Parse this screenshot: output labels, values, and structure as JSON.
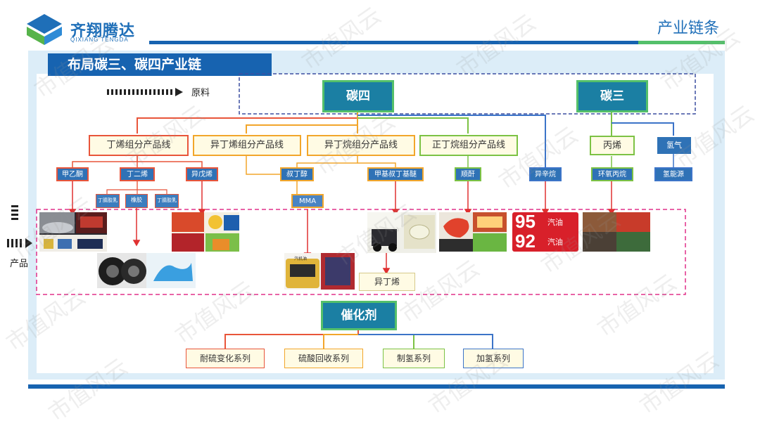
{
  "header": {
    "company_name": "齐翔腾达",
    "company_en": "QIXIANG TENGDA",
    "section_title": "产业链条"
  },
  "banner": {
    "title": "布局碳三、碳四产业链"
  },
  "legend": {
    "raw_material": "原料",
    "product": "产品"
  },
  "sources": {
    "c4": "碳四",
    "c3": "碳三"
  },
  "product_lines": [
    {
      "label": "丁烯组分产品线",
      "color": "#e8553a"
    },
    {
      "label": "异丁烯组分产品线",
      "color": "#f2a62b"
    },
    {
      "label": "异丁烷组分产品线",
      "color": "#f2a62b"
    },
    {
      "label": "正丁烷组分产品线",
      "color": "#7cc244"
    }
  ],
  "c3_products": {
    "propylene": "丙烯",
    "hydrogen": "氢气"
  },
  "intermediates": {
    "mek": "甲乙酮",
    "butadiene": "丁二烯",
    "isoprene": "异戊烯",
    "tba": "叔丁醇",
    "mtbe": "甲基叔丁基醚",
    "maleic": "顺酐",
    "isooctane": "异辛烷",
    "propylene_oxide": "环氧丙烷",
    "hydrogen_energy": "氢能源"
  },
  "sub_products": {
    "rubber1": "丁腈胶乳",
    "rubber2": "橡胶",
    "rubber3": "丁腈胶乳",
    "mma": "MMA"
  },
  "downstream": {
    "isobutylene": "异丁烯",
    "fuel_95_num": "95",
    "fuel_92_num": "92",
    "fuel_label": "汽油",
    "engine_oil_label": "汽机油"
  },
  "catalyst": {
    "title": "催化剂",
    "series": [
      "耐硫变化系列",
      "硫酸回收系列",
      "制氢系列",
      "加氢系列"
    ]
  },
  "watermark": "市值风云",
  "colors": {
    "brand_blue": "#1763b0",
    "accent_green": "#54c06a",
    "c4_box": "#1b7fa3",
    "line_red": "#e8553a",
    "line_orange": "#f2a62b",
    "line_green": "#7cc244",
    "line_blue": "#3c74c8",
    "product_dash": "#e0308a"
  }
}
